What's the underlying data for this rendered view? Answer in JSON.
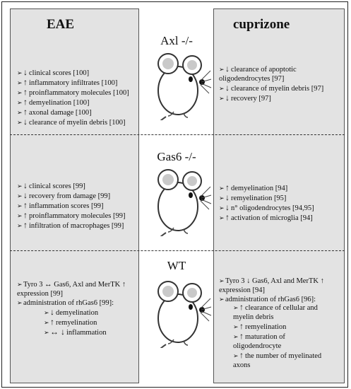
{
  "columns": {
    "left_title": "EAE",
    "right_title": "cuprizone"
  },
  "sections": [
    {
      "label": "Axl -/-",
      "left": [
        {
          "arrow": "↓",
          "text": "clinical scores [100]"
        },
        {
          "arrow": "↑",
          "text": "inflammatory infiltrates [100]"
        },
        {
          "arrow": "↑",
          "text": "proinflammatory molecules [100]"
        },
        {
          "arrow": "↑",
          "text": "demyelination [100]"
        },
        {
          "arrow": "↑",
          "text": "axonal damage [100]"
        },
        {
          "arrow": "↓",
          "text": "clearance of myelin debris [100]"
        }
      ],
      "right": [
        {
          "arrow": "↓",
          "text": "clearance of apoptotic",
          "cont": "oligodendrocytes [97]"
        },
        {
          "arrow": "↓",
          "text": "clearance of myelin debris [97]"
        },
        {
          "arrow": "↓",
          "text": "recovery [97]"
        }
      ]
    },
    {
      "label": "Gas6 -/-",
      "left": [
        {
          "arrow": "↓",
          "text": "clinical scores [99]"
        },
        {
          "arrow": "↓",
          "text": "recovery from damage [99]"
        },
        {
          "arrow": "↑",
          "text": "inflammation scores [99]"
        },
        {
          "arrow": "↑",
          "text": "proinflammatory molecules [99]"
        },
        {
          "arrow": "↑",
          "text": "infiltration of macrophages [99]"
        }
      ],
      "right": [
        {
          "arrow": "↑",
          "text": "demyelination [94]"
        },
        {
          "arrow": "↓",
          "text": "remyelination [95]"
        },
        {
          "arrow": "↓",
          "text": "n° oligodendrocytes [94,95]"
        },
        {
          "arrow": "↑",
          "text": "activation of microglia [94]"
        }
      ]
    },
    {
      "label": "WT",
      "left_intro": "Tyro 3 ↔ Gas6, Axl and MerTK ↑",
      "left_intro_cont": "expression [99]",
      "left_admin": "administration of rhGas6 [99]:",
      "left_sub": [
        {
          "arrow": "↓",
          "text": "demyelination"
        },
        {
          "arrow": "↑",
          "text": "remyelination"
        },
        {
          "arrow": "↔ ↓",
          "text": "inflammation"
        }
      ],
      "right_intro": "Tyro 3 ↓ Gas6, Axl and MerTK ↑",
      "right_intro_cont": "expression [94]",
      "right_admin": "administration of rhGas6 [96]:",
      "right_sub": [
        {
          "arrow": "↑",
          "text": "clearance of cellular and",
          "cont": "myelin debris"
        },
        {
          "arrow": "↑",
          "text": "remyelination"
        },
        {
          "arrow": "↑",
          "text": "maturation of",
          "cont": "oligodendrocyte"
        },
        {
          "arrow": "↑",
          "text": "the number of myelinated",
          "cont": "axons"
        }
      ]
    }
  ]
}
